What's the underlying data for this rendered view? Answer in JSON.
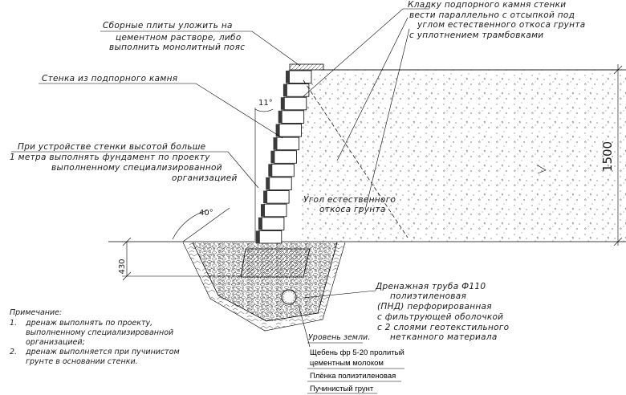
{
  "annotations": {
    "slabs": [
      "Сборные плиты уложить на",
      "цементном растворе, либо",
      "выполнить монолитный пояс"
    ],
    "masonry": [
      "Кладку подпорного камня стенки",
      "вести параллельно с отсыпкой под",
      "углом естественного откоса грунта",
      "с уплотнением трамбовками"
    ],
    "wall": [
      "Стенка из подпорного камня"
    ],
    "foundation": [
      "При устройстве стенки высотой больше",
      "1 метра выполнять фундамент по проекту",
      "выполненному специализированной",
      "организацией"
    ],
    "slope": [
      "Угол естественного",
      "откоса грунта"
    ],
    "drain": [
      "Дренажная труба Ф110",
      "полиэтиленовая",
      "(ПНД) перфорированная",
      "с фильтрующей оболочкой",
      "с 2 слоями геотекстильного",
      "нетканного материала"
    ]
  },
  "dimensions": {
    "height": "1500",
    "depth": "430",
    "batter_angle": "11°",
    "slope_angle": "40°"
  },
  "notes": {
    "heading": "Примечание:",
    "items": [
      {
        "num": "1.",
        "lines": [
          "дренаж выполнять по проекту,",
          "выполненному специализированной",
          "организацией;"
        ]
      },
      {
        "num": "2.",
        "lines": [
          "дренаж выполняется при пучинистом",
          "грунте в основании стенки."
        ]
      }
    ]
  },
  "legend": {
    "ground_level": "Уровень земли.",
    "items": [
      {
        "lines": [
          "Щебень фр 5-20 пролитый",
          "цементным молоком"
        ]
      },
      {
        "lines": [
          "Плёнка полиэтиленовая"
        ]
      },
      {
        "lines": [
          "Пучинистый грунт"
        ]
      }
    ]
  }
}
